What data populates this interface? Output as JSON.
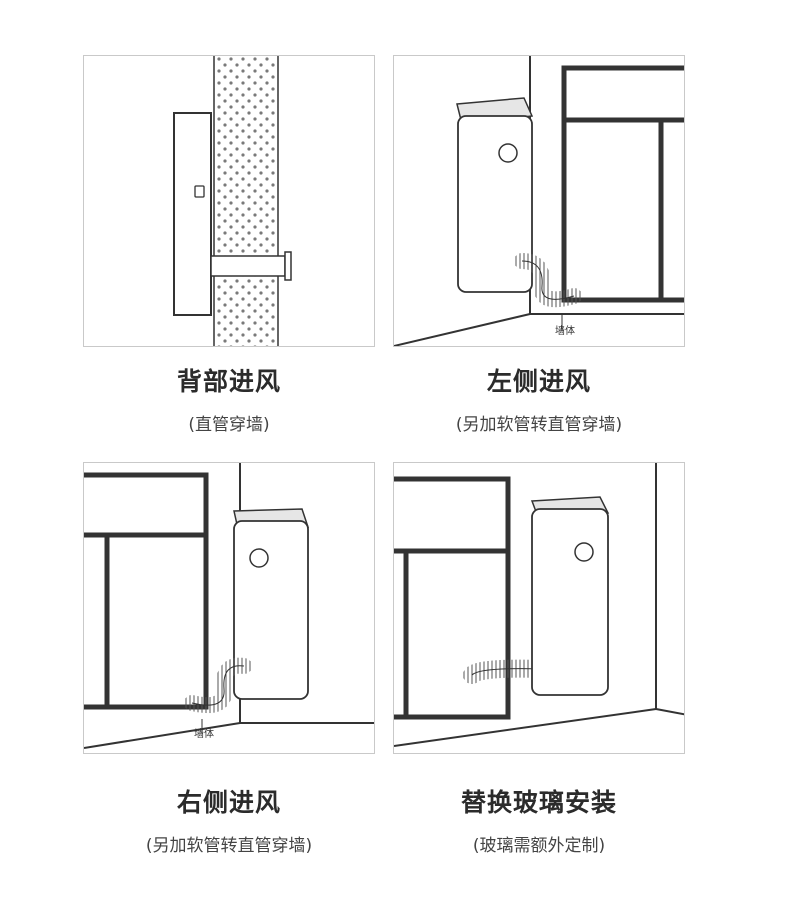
{
  "options": [
    {
      "title": "背部进风",
      "subtitle": "(直管穿墙)"
    },
    {
      "title": "左侧进风",
      "subtitle": "(另加软管转直管穿墙)",
      "wall_label": "墙体"
    },
    {
      "title": "右侧进风",
      "subtitle": "(另加软管转直管穿墙)",
      "wall_label": "墙体"
    },
    {
      "title": "替换玻璃安装",
      "subtitle": "(玻璃需额外定制)"
    }
  ],
  "colors": {
    "line": "#333333",
    "panel_border": "#c9c9c9",
    "dots": "#7a7a7a"
  }
}
